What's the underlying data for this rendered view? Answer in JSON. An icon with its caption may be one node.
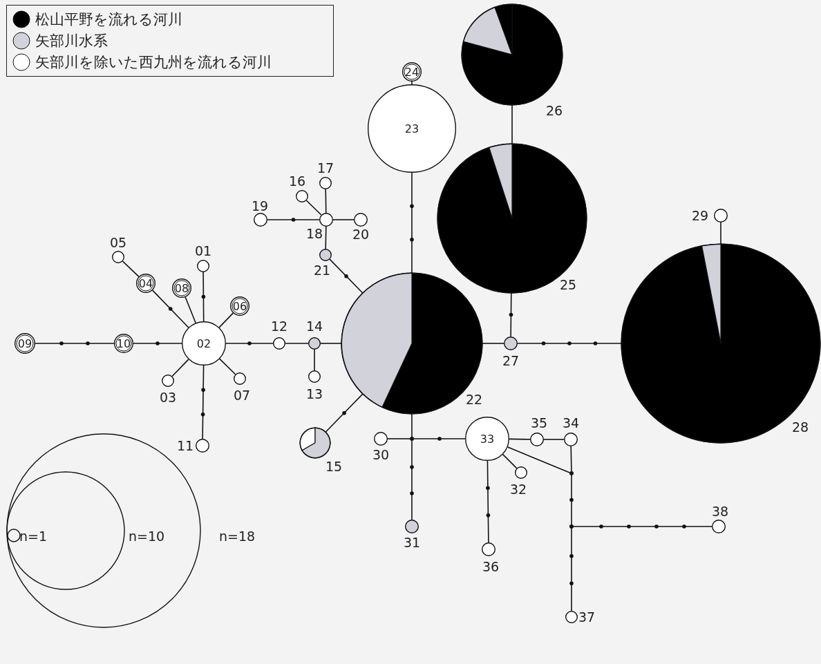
{
  "diagram": {
    "nodes": [
      {
        "text": [],
        "beside": [
          "01"
        ],
        "shape": "circle"
      },
      {
        "text": [
          "02"
        ]
      },
      {
        "text": [],
        "beside": [
          "03"
        ],
        "shape": "circle"
      },
      {
        "text": [
          "04"
        ]
      },
      {
        "text": [],
        "beside": [
          "05"
        ],
        "shape": "circle"
      },
      {
        "text": [
          "06"
        ]
      },
      {
        "text": [],
        "beside": [
          "07"
        ],
        "shape": "circle"
      },
      {
        "text": [
          "08"
        ]
      },
      {
        "text": [
          "09"
        ]
      },
      {
        "text": [
          "10"
        ]
      },
      {
        "text": [],
        "beside": [
          "11"
        ],
        "shape": "circle"
      },
      {
        "text": [],
        "beside": [
          "12"
        ],
        "shape": "circle"
      },
      {
        "text": [],
        "beside": [
          "13"
        ],
        "shape": "circle"
      },
      {
        "text": [],
        "beside": [
          "14"
        ],
        "shape": "circle"
      },
      {
        "text": [],
        "beside": [
          "15"
        ],
        "shape": "circle"
      },
      {
        "text": [],
        "beside": [
          "16"
        ],
        "shape": "circle"
      },
      {
        "text": [],
        "beside": [
          "17"
        ],
        "shape": "circle"
      },
      {
        "text": [],
        "beside": [
          "18"
        ],
        "shape": "circle"
      },
      {
        "text": [],
        "beside": [
          "19"
        ],
        "shape": "circle"
      },
      {
        "text": [],
        "beside": [
          "20"
        ],
        "shape": "circle"
      },
      {
        "text": [],
        "beside": [
          "21"
        ],
        "shape": "circle"
      },
      {
        "text": [],
        "beside": [
          "22"
        ],
        "shape": "circle"
      },
      {
        "text": [
          "23"
        ]
      },
      {
        "text": [
          "24"
        ]
      },
      {
        "text": [],
        "beside": [
          "25"
        ],
        "shape": "circle"
      },
      {
        "text": [],
        "beside": [
          "26"
        ],
        "shape": "circle"
      },
      {
        "text": [],
        "beside": [
          "27"
        ],
        "shape": "circle"
      },
      {
        "text": [],
        "beside": [
          "28"
        ],
        "shape": "circle"
      },
      {
        "text": [],
        "beside": [
          "29"
        ],
        "shape": "circle"
      },
      {
        "text": [],
        "beside": [
          "30"
        ],
        "shape": "circle"
      },
      {
        "text": [],
        "beside": [
          "31"
        ],
        "shape": "circle"
      },
      {
        "text": [],
        "beside": [
          "32"
        ],
        "shape": "circle"
      },
      {
        "text": [
          "33"
        ]
      },
      {
        "text": [],
        "beside": [
          "34"
        ],
        "shape": "circle"
      },
      {
        "text": [],
        "beside": [
          "35"
        ],
        "shape": "circle"
      },
      {
        "text": [],
        "beside": [
          "36"
        ],
        "shape": "circle"
      },
      {
        "text": [],
        "beside": [
          "37"
        ],
        "shape": "circle"
      },
      {
        "text": [],
        "beside": [
          "38"
        ],
        "shape": "circle"
      },
      {
        "text": [],
        "shape": "dot"
      },
      {
        "text": [],
        "shape": "dot"
      },
      {
        "text": [],
        "shape": "dot"
      }
    ],
    "edges": [
      {
        "from": 0,
        "to": 1,
        "arrow": "none"
      },
      {
        "from": 2,
        "to": 1,
        "arrow": "none"
      },
      {
        "from": 3,
        "to": 1,
        "arrow": "none"
      },
      {
        "from": 4,
        "to": 3,
        "arrow": "none"
      },
      {
        "from": 5,
        "to": 1,
        "arrow": "none"
      },
      {
        "from": 6,
        "to": 1,
        "arrow": "none"
      },
      {
        "from": 7,
        "to": 1,
        "arrow": "none"
      },
      {
        "from": 8,
        "to": 9,
        "arrow": "none"
      },
      {
        "from": 9,
        "to": 1,
        "arrow": "none"
      },
      {
        "from": 10,
        "to": 1,
        "arrow": "none"
      },
      {
        "from": 1,
        "to": 11,
        "arrow": "none"
      },
      {
        "from": 11,
        "to": 13,
        "arrow": "none"
      },
      {
        "from": 13,
        "to": 12,
        "arrow": "none"
      },
      {
        "from": 13,
        "to": 21,
        "arrow": "none"
      },
      {
        "from": 21,
        "to": 20,
        "arrow": "none"
      },
      {
        "from": 20,
        "to": 17,
        "arrow": "none"
      },
      {
        "from": 17,
        "to": 15,
        "arrow": "none"
      },
      {
        "from": 17,
        "to": 16,
        "arrow": "none"
      },
      {
        "from": 17,
        "to": 19,
        "arrow": "none"
      },
      {
        "from": 18,
        "to": 17,
        "arrow": "none"
      },
      {
        "from": 21,
        "to": 22,
        "arrow": "none"
      },
      {
        "from": 22,
        "to": 23,
        "arrow": "none"
      },
      {
        "from": 21,
        "to": 26,
        "arrow": "none"
      },
      {
        "from": 26,
        "to": 24,
        "arrow": "none"
      },
      {
        "from": 24,
        "to": 25,
        "arrow": "none"
      },
      {
        "from": 26,
        "to": 27,
        "arrow": "none"
      },
      {
        "from": 27,
        "to": 28,
        "arrow": "none"
      },
      {
        "from": 21,
        "to": 14,
        "arrow": "none"
      },
      {
        "from": 21,
        "to": 38,
        "arrow": "none"
      },
      {
        "from": 38,
        "to": 29,
        "arrow": "none"
      },
      {
        "from": 38,
        "to": 32,
        "arrow": "none"
      },
      {
        "from": 38,
        "to": 30,
        "arrow": "none"
      },
      {
        "from": 32,
        "to": 34,
        "arrow": "none"
      },
      {
        "from": 34,
        "to": 33,
        "arrow": "none"
      },
      {
        "from": 32,
        "to": 31,
        "arrow": "none"
      },
      {
        "from": 32,
        "to": 35,
        "arrow": "none"
      },
      {
        "from": 32,
        "to": 39,
        "arrow": "none"
      },
      {
        "from": 33,
        "to": 39,
        "arrow": "none"
      },
      {
        "from": 39,
        "to": 40,
        "arrow": "none"
      },
      {
        "from": 40,
        "to": 37,
        "arrow": "none"
      },
      {
        "from": 40,
        "to": 36,
        "arrow": "none"
      }
    ],
    "labels": [
      "n=1",
      "n=10",
      "n=18"
    ],
    "legend": [
      {
        "text": "松山平野を流れる河川",
        "color": "#000000"
      },
      {
        "text": "矢部川水系",
        "color": "#d2d2da"
      },
      {
        "text": "矢部川を除いた西九州を流れる河川",
        "color": "#ffffff"
      }
    ]
  }
}
